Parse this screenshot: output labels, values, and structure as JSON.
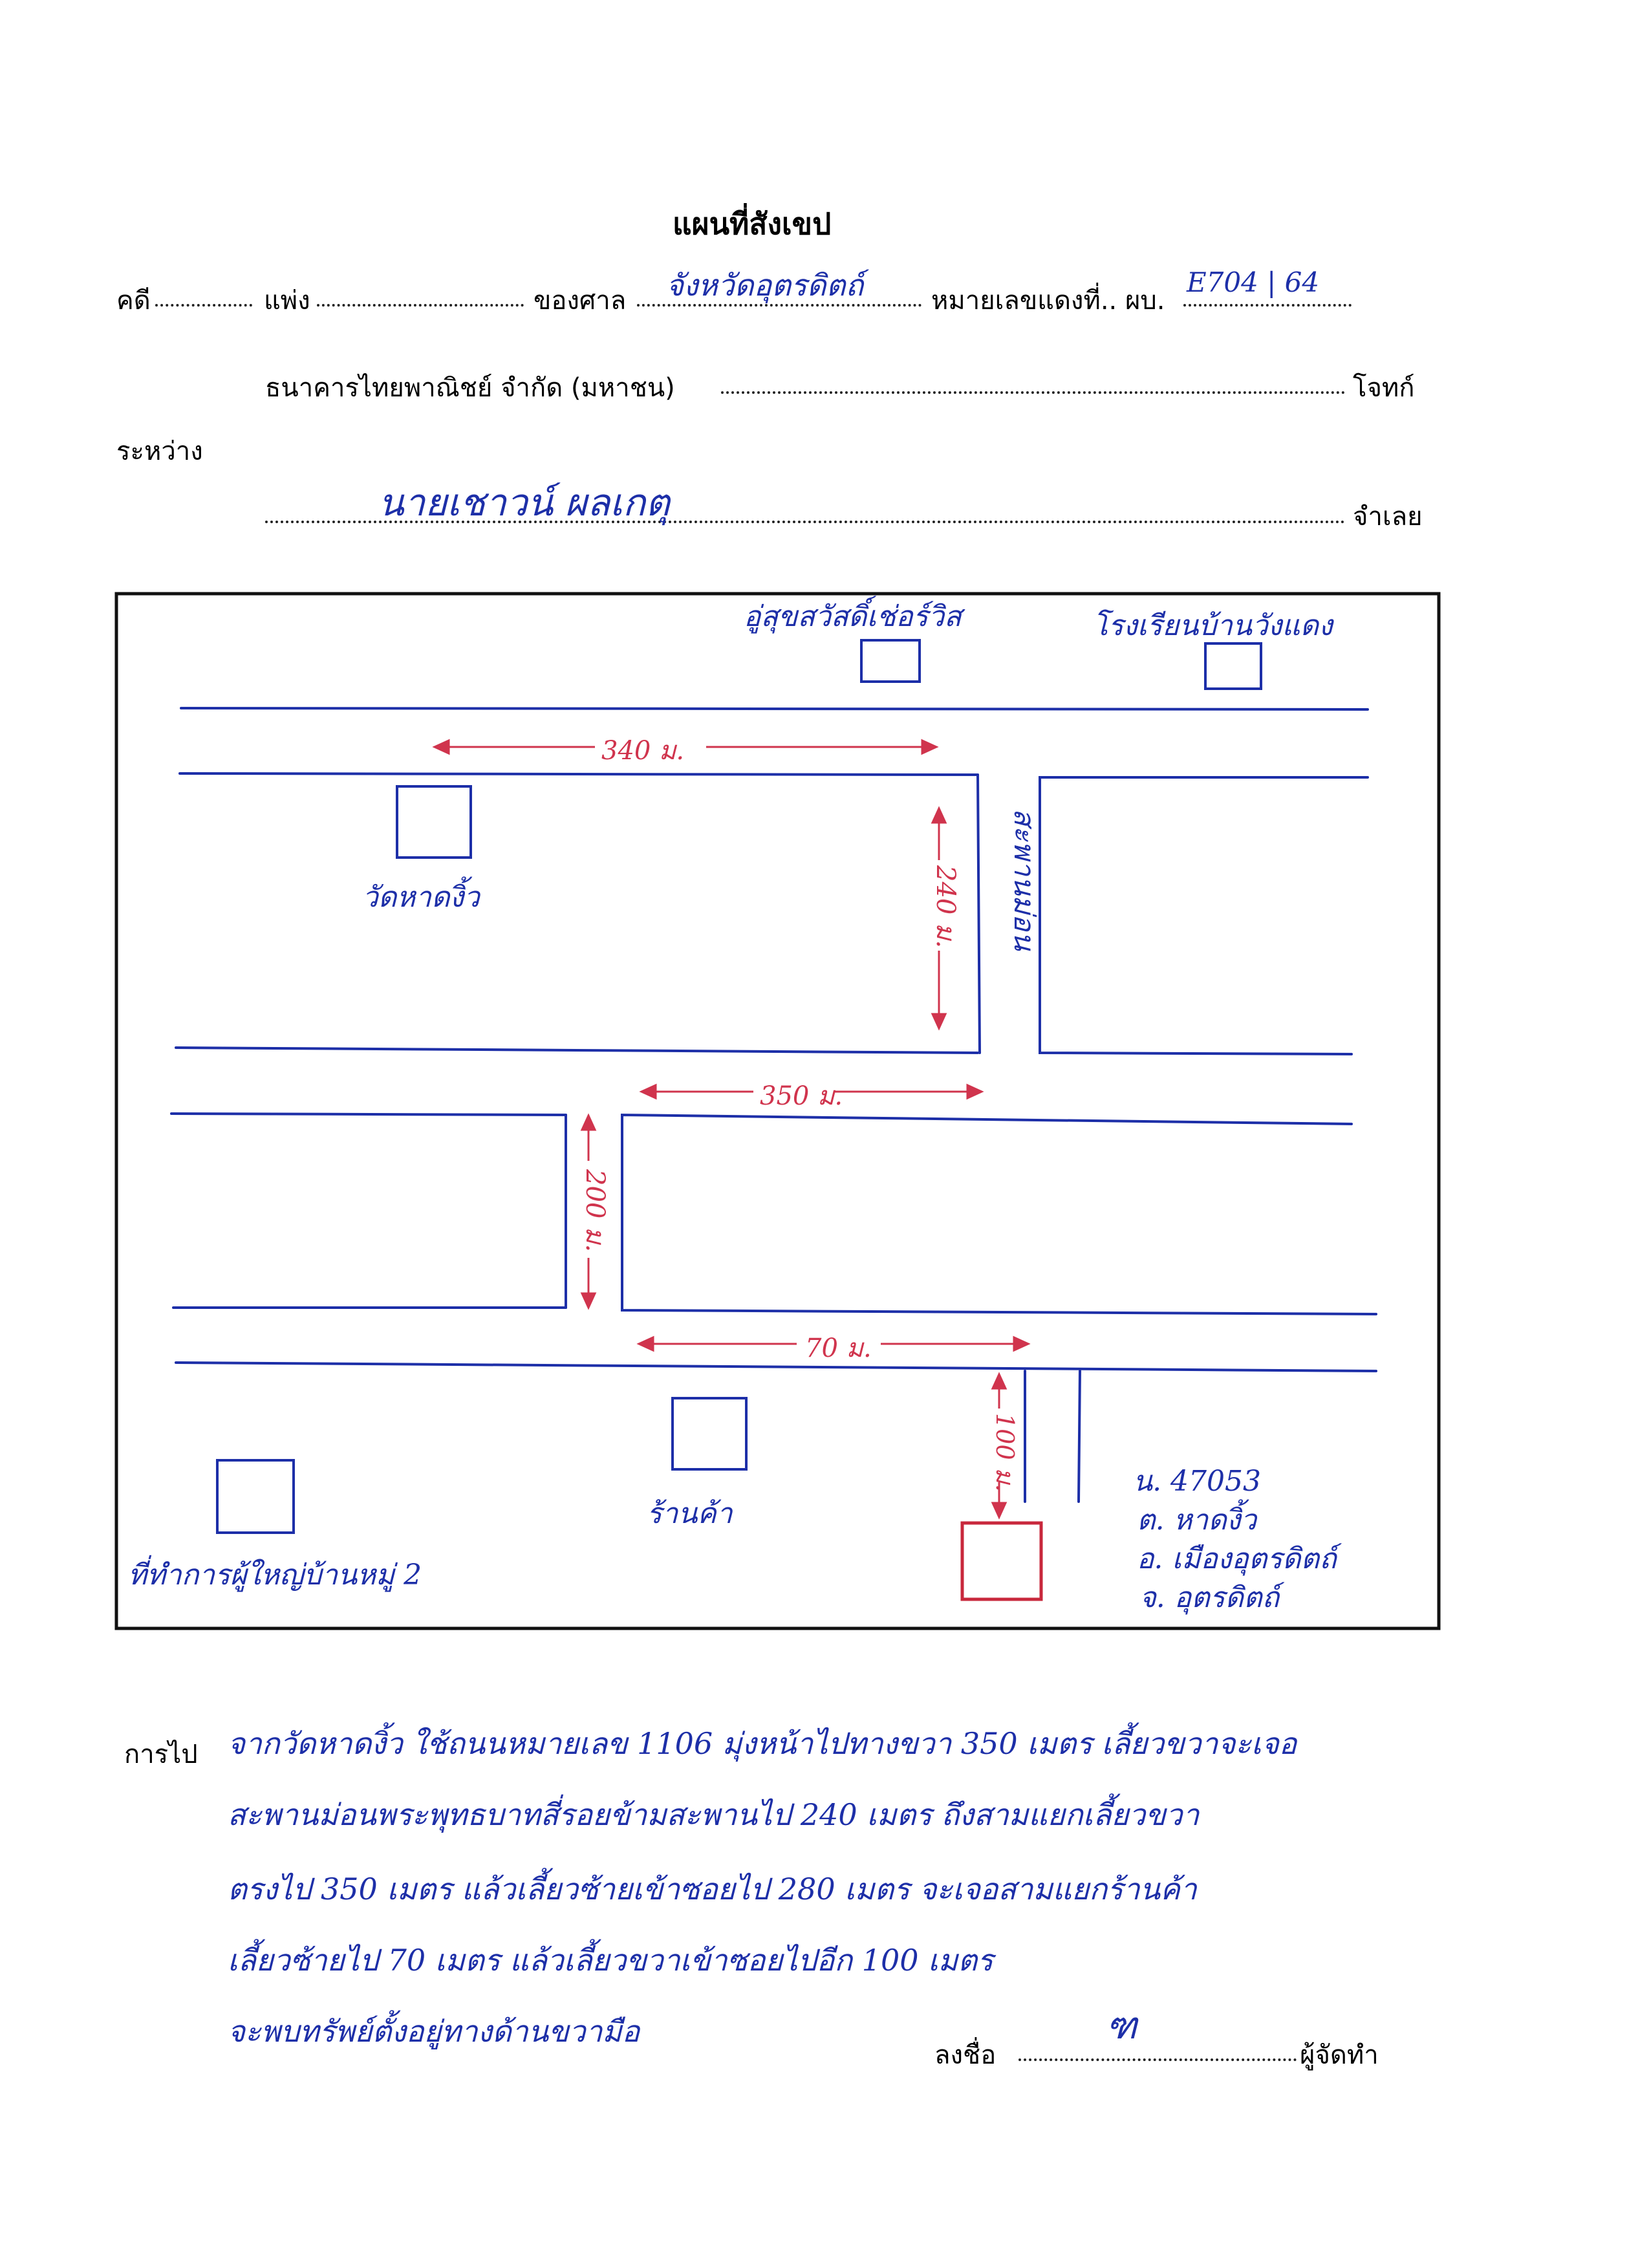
{
  "header": {
    "title": "แผนที่สังเขป",
    "case_label": "คดี",
    "civil_label": "แพ่ง",
    "court_label": "ของศาล",
    "court_value": "จังหวัดอุตรดิตถ์",
    "red_number_label": "หมายเลขแดงที่.. ผบ.",
    "red_number_value": "E704 | 64",
    "plaintiff": "ธนาคารไทยพาณิชย์  จำกัด (มหาชน)",
    "plaintiff_label": "โจทก์",
    "between_label": "ระหว่าง",
    "defendant": "นายเชาวน์  ผลเกตุ",
    "defendant_label": "จำเลย"
  },
  "map": {
    "landmark_health_center": "อู่สุขสวัสดิ์เช่อร์วิส",
    "landmark_school": "โรงเรียนบ้านวังแดง",
    "landmark_temple": "วัดหาดงิ้ว",
    "landmark_bridge": "สะพานม่อน",
    "landmark_store": "ร้านค้า",
    "landmark_headman_office": "ที่ทำการผู้ใหญ่บ้านหมู่ 2",
    "dist_top": "340 ม.",
    "dist_bridge": "240 ม.",
    "dist_middle": "350 ม.",
    "dist_left": "200 ม.",
    "dist_bottom": "70 ม.",
    "dist_final": "100 ม.",
    "address_deed": "น. 47053",
    "address_subdistrict": "ต. หาดงิ้ว",
    "address_district": "อ. เมืองอุตรดิตถ์",
    "address_province": "จ. อุตรดิตถ์",
    "colors": {
      "ink_blue": "#1d2fa8",
      "ink_red": "#d0344d",
      "target_box": "#c8283c"
    }
  },
  "directions": {
    "label": "การไป",
    "lines": [
      "จากวัดหาดงิ้ว ใช้ถนนหมายเลข 1106 มุ่งหน้าไปทางขวา 350 เมตร เลี้ยวขวาจะเจอ",
      "สะพานม่อนพระพุทธบาทสี่รอยข้ามสะพานไป 240 เมตร ถึงสามแยกเลี้ยวขวา",
      "ตรงไป 350 เมตร แล้วเลี้ยวซ้ายเข้าซอยไป 280 เมตร จะเจอสามแยกร้านค้า",
      "เลี้ยวซ้ายไป 70 เมตร แล้วเลี้ยวขวาเข้าซอยไปอีก 100 เมตร",
      "จะพบทรัพย์ตั้งอยู่ทางด้านขวามือ"
    ]
  },
  "signature": {
    "label": "ลงชื่อ",
    "mark": "ฑ",
    "role": "ผู้จัดทำ"
  }
}
